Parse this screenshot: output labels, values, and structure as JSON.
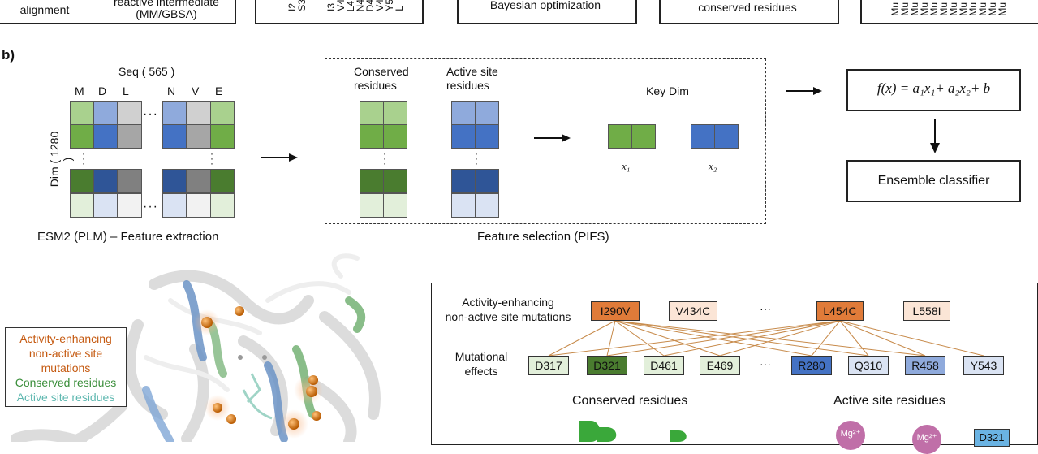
{
  "top_row": {
    "box1_label": "alignment",
    "box2_label": "reactive intermediate\n(MM/GBSA)",
    "box3_vertical": [
      "I2",
      "S3",
      "",
      "",
      "I3",
      "V4",
      "L4",
      "N4",
      "D4",
      "V4",
      "Y5",
      "L"
    ],
    "box4_label": "Bayesian optimization",
    "box5_label": "conserved residues",
    "box6_vertical": [
      "Mu",
      "Mu",
      "Mu",
      "Mu",
      "Mu",
      "Mu",
      "Mu",
      "Mu",
      "Mu",
      "Mu",
      "Mu",
      "Mu"
    ]
  },
  "panel_b": {
    "panel_label": "b)",
    "esm": {
      "seq_label": "Seq ( 565 )",
      "dim_label": "Dim ( 1280 )",
      "residues": [
        "M",
        "D",
        "L",
        "N",
        "V",
        "E"
      ],
      "caption": "ESM2 (PLM) – Feature extraction"
    },
    "pifs": {
      "conserved_label": "Conserved\nresidues",
      "active_label": "Active site\nresidues",
      "key_dim_label": "Key Dim",
      "x1_label": "x₁",
      "x2_label": "x₂",
      "caption": "Feature selection (PIFS)"
    },
    "formula": {
      "expression": "f(x) = a₁x₁+ a₂x₂+ b"
    },
    "ensemble_label": "Ensemble classifier"
  },
  "panel_c": {
    "legend": {
      "activity_enhancing": "Activity-enhancing\nnon-active site\nmutations",
      "conserved": "Conserved residues",
      "active_site": "Active site residues"
    },
    "network": {
      "row1_label": "Activity-enhancing\nnon-active site mutations",
      "row2_label": "Mutational\neffects",
      "mutations": [
        "I290V",
        "V434C",
        "L454C",
        "L558I"
      ],
      "effects": [
        "D317",
        "D321",
        "D461",
        "E469",
        "R280",
        "Q310",
        "R458",
        "Y543"
      ],
      "dots": "···",
      "conserved_title": "Conserved residues",
      "active_title": "Active site residues",
      "mg_label": "Mg²⁺",
      "bottom_tag": "D321"
    }
  },
  "colors": {
    "green_light": "#a9d18e",
    "green": "#70ad47",
    "green_dark": "#4a7c2f",
    "green_pale": "#e2efda",
    "blue_light": "#8faadc",
    "blue": "#4472c4",
    "blue_dark": "#2f5597",
    "blue_pale": "#dae3f3",
    "grey_light": "#d0d0d0",
    "grey": "#a6a6a6",
    "grey_dark": "#808080",
    "orange": "#e07b39",
    "orange_pale": "#fbe5d6",
    "legend_orange": "#c55a11",
    "legend_green": "#3a8e3a",
    "legend_teal": "#5fb8b0"
  }
}
